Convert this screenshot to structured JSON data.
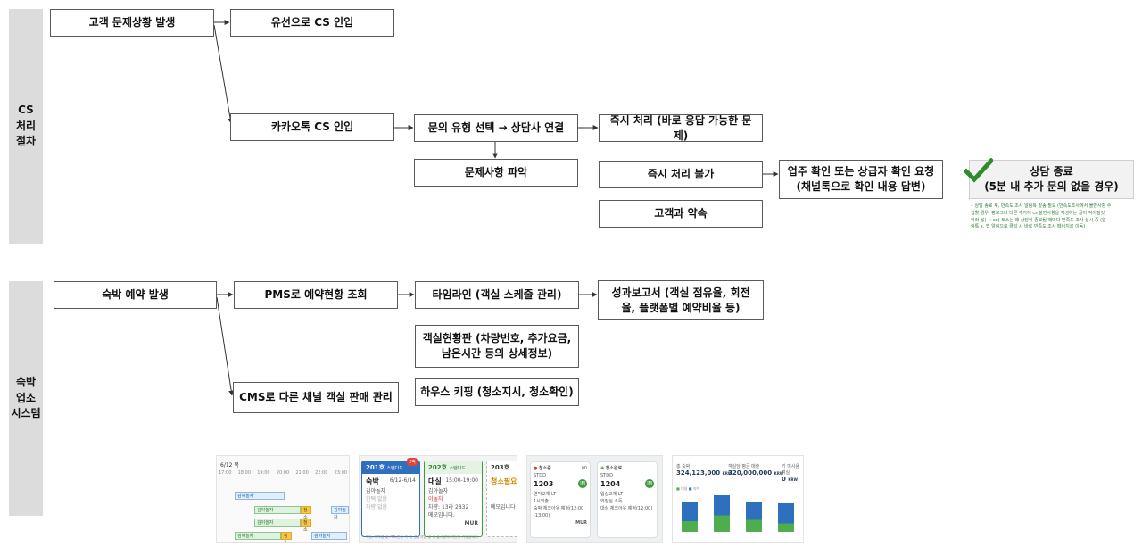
{
  "lanes": {
    "cs": "CS\n처리\n절차",
    "lodging": "숙박\n업소\n시스템"
  },
  "cs_flow": {
    "issue": "고객 문제상황 발생",
    "phone": "유선으로 CS 인입",
    "kakao": "카카오톡 CS 인입",
    "select_type": "문의 유형 선택 → 상담사 연결",
    "identify": "문제사항 파악",
    "immediate": "즉시 처리 (바로 응답 가능한 문제)",
    "not_immediate": "즉시 처리 불가",
    "appointment": "고객과 약속",
    "escalate": "업주 확인 또는 상급자 확인 요청\n(채널톡으로 확인 내용 답변)",
    "end": "상담 종료\n(5분 내 추가 문의 없을 경우)",
    "end_note": "• 상담 종료 후, 만족도 조사 알림톡 발송 필요 (만족도조사에서 불만사항 수\n  집할 경우, 평로그나 다른 추가에 cs 불만사항을 작성하는 글이 적어질것\n  이라 봄) → ex) 토스는 매 상담이 종료될 때마다 만족도 조사 실시 중 (알\n  림톡 x, 앱 알림으로 클릭 시 바로 만족도 조사 페이지로 이동)"
  },
  "lodging_flow": {
    "reservation": "숙박 예약 발생",
    "pms": "PMS로 예약현황 조회",
    "cms": "CMS로 다른 채널 객실 판매 관리",
    "timeline": "타임라인 (객실 스케줄 관리)",
    "room_board": "객실현황판 (차량번호, 추가요금,\n남은시간 등의 상세정보)",
    "housekeeping": "하우스 키핑 (청소지시, 청소확인)",
    "report": "성과보고서 (객실 점유율, 회전\n율, 플랫폼별 예약비율 등)"
  },
  "thumbnails": {
    "timeline": {
      "date": "6/12 목",
      "hours": [
        "17:00",
        "18:00",
        "19:00",
        "20:00",
        "21:00",
        "22:00",
        "23:00"
      ],
      "guest": "김야놀자",
      "tag": "청소"
    },
    "room_cards": [
      {
        "room": "201호",
        "grade": "스탠다드",
        "badge": "2박",
        "status": "숙박",
        "dates": "6/12-6/14",
        "guest": "김야놀자",
        "lines": [
          "한택 없음",
          "차량 없음"
        ]
      },
      {
        "room": "202호",
        "grade": "스탠다드",
        "status": "대실",
        "dates": "15:00-19:00",
        "guest": "김야놀자",
        "lines": [
          "이놀자",
          "차량: 13라 2832",
          "메모입니다."
        ],
        "channel": "MUR"
      },
      {
        "room": "203호",
        "grade": "스",
        "status": "청소필요",
        "lines": [
          "메모입니다"
        ]
      }
    ],
    "room_cards_footer": "* 객실, 숙박앱 및 PMS연동 이 중 결합작업 및 키 출시상태 확인이 가능합니다",
    "housekeeping": [
      {
        "status": "청소중",
        "count": "00",
        "type": "STDD",
        "room": "1203",
        "tags": [
          "연박교체",
          "LT",
          "1시외출"
        ],
        "note": "숙박 체크아웃 예정(12:00\n-13:00)",
        "badge": "JM",
        "channel": "MUR"
      },
      {
        "status": "청소완료",
        "type": "STDD",
        "room": "1204",
        "tags": [
          "입실교체",
          "LT",
          "외장실 소독"
        ],
        "note": "대실 체크아웃 예정(12:00)",
        "badge": "JM"
      }
    ],
    "report": {
      "kpis": [
        {
          "label": "총 숙박",
          "value": "324,123,000",
          "unit": "KRW"
        },
        {
          "label": "객실당 평균 매출",
          "value": "320,000,000",
          "unit": "KRW"
        },
        {
          "label": "키 미사용 객실",
          "value": "0",
          "unit": "KRW"
        }
      ],
      "legend": [
        "대실",
        "숙박"
      ],
      "colors": {
        "stay": "#2f6fbf",
        "rent": "#4cae4c"
      }
    }
  },
  "colors": {
    "lane": "#dcdcdc",
    "check": "#2e8b2e",
    "note": "#2e7d32"
  }
}
